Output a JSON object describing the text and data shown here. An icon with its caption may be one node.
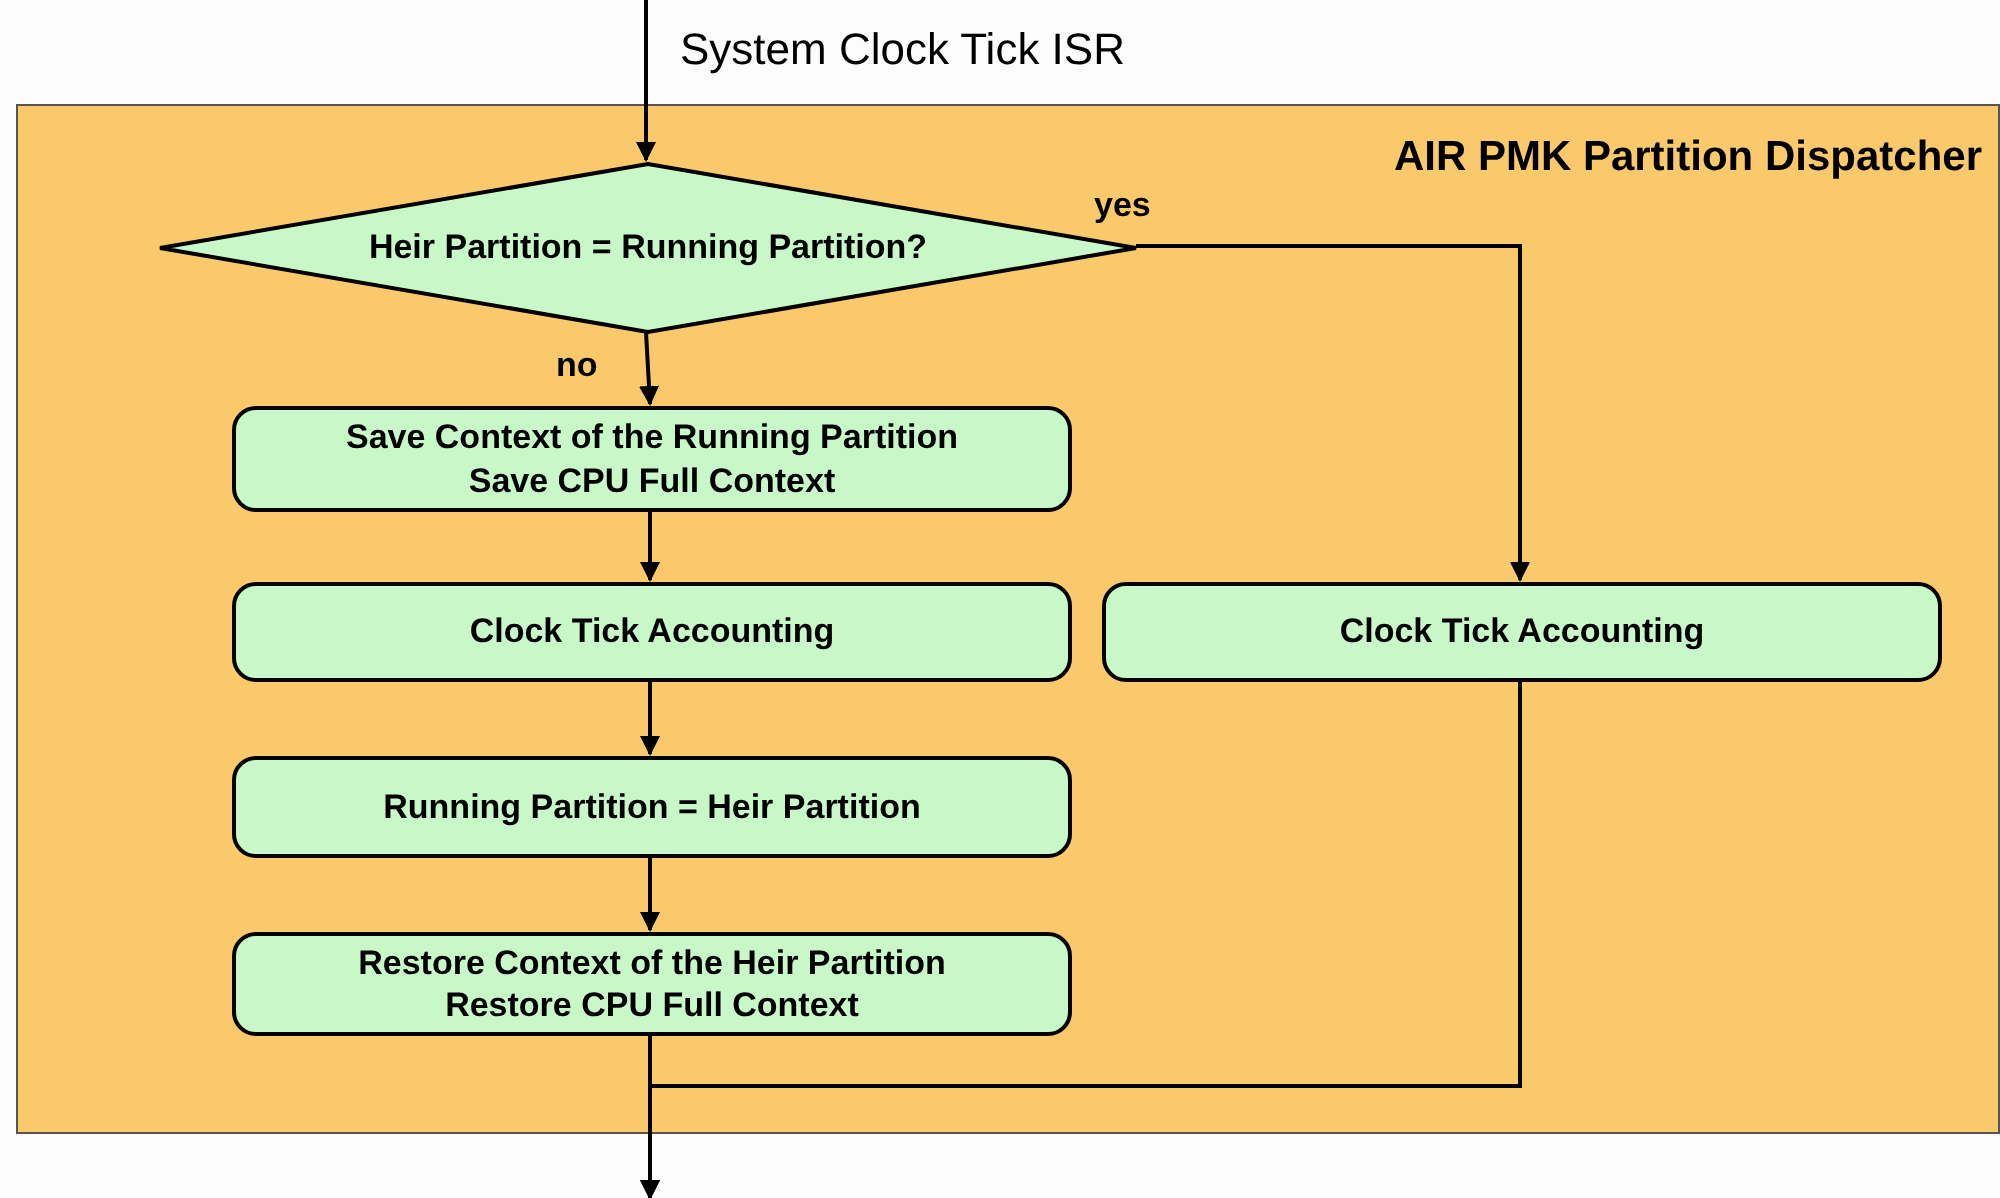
{
  "diagram": {
    "nodes": [
      {
        "text": [
          "AIR PMK Partition Dispatcher"
        ]
      },
      {
        "text": [
          "Heir Partition = Running Partition?"
        ],
        "in": 0
      },
      {
        "text": [
          "Save Context of the Running Partition",
          "Save CPU Full Context"
        ],
        "in": 0
      },
      {
        "text": [
          "Clock Tick Accounting"
        ],
        "in": 0
      },
      {
        "text": [
          "Running Partition = Heir Partition"
        ],
        "in": 0
      },
      {
        "text": [
          "Restore Context of the Heir Partition",
          "Restore CPU Full Context"
        ],
        "in": 0
      },
      {
        "text": [
          "Clock Tick Accounting"
        ],
        "in": 0
      }
    ],
    "edges": [
      {
        "from": null,
        "to": 1,
        "arrow": "to",
        "label": "System Clock Tick ISR"
      },
      {
        "from": 1,
        "to": 2,
        "arrow": "to",
        "label": "no"
      },
      {
        "from": 1,
        "to": 6,
        "arrow": "to",
        "label": "yes"
      },
      {
        "from": 2,
        "to": 3,
        "arrow": "to"
      },
      {
        "from": 3,
        "to": 4,
        "arrow": "to"
      },
      {
        "from": 4,
        "to": 5,
        "arrow": "to"
      },
      {
        "from": 5,
        "to": null,
        "arrow": "to"
      },
      {
        "from": 6,
        "to": null,
        "arrow": "to"
      }
    ]
  }
}
